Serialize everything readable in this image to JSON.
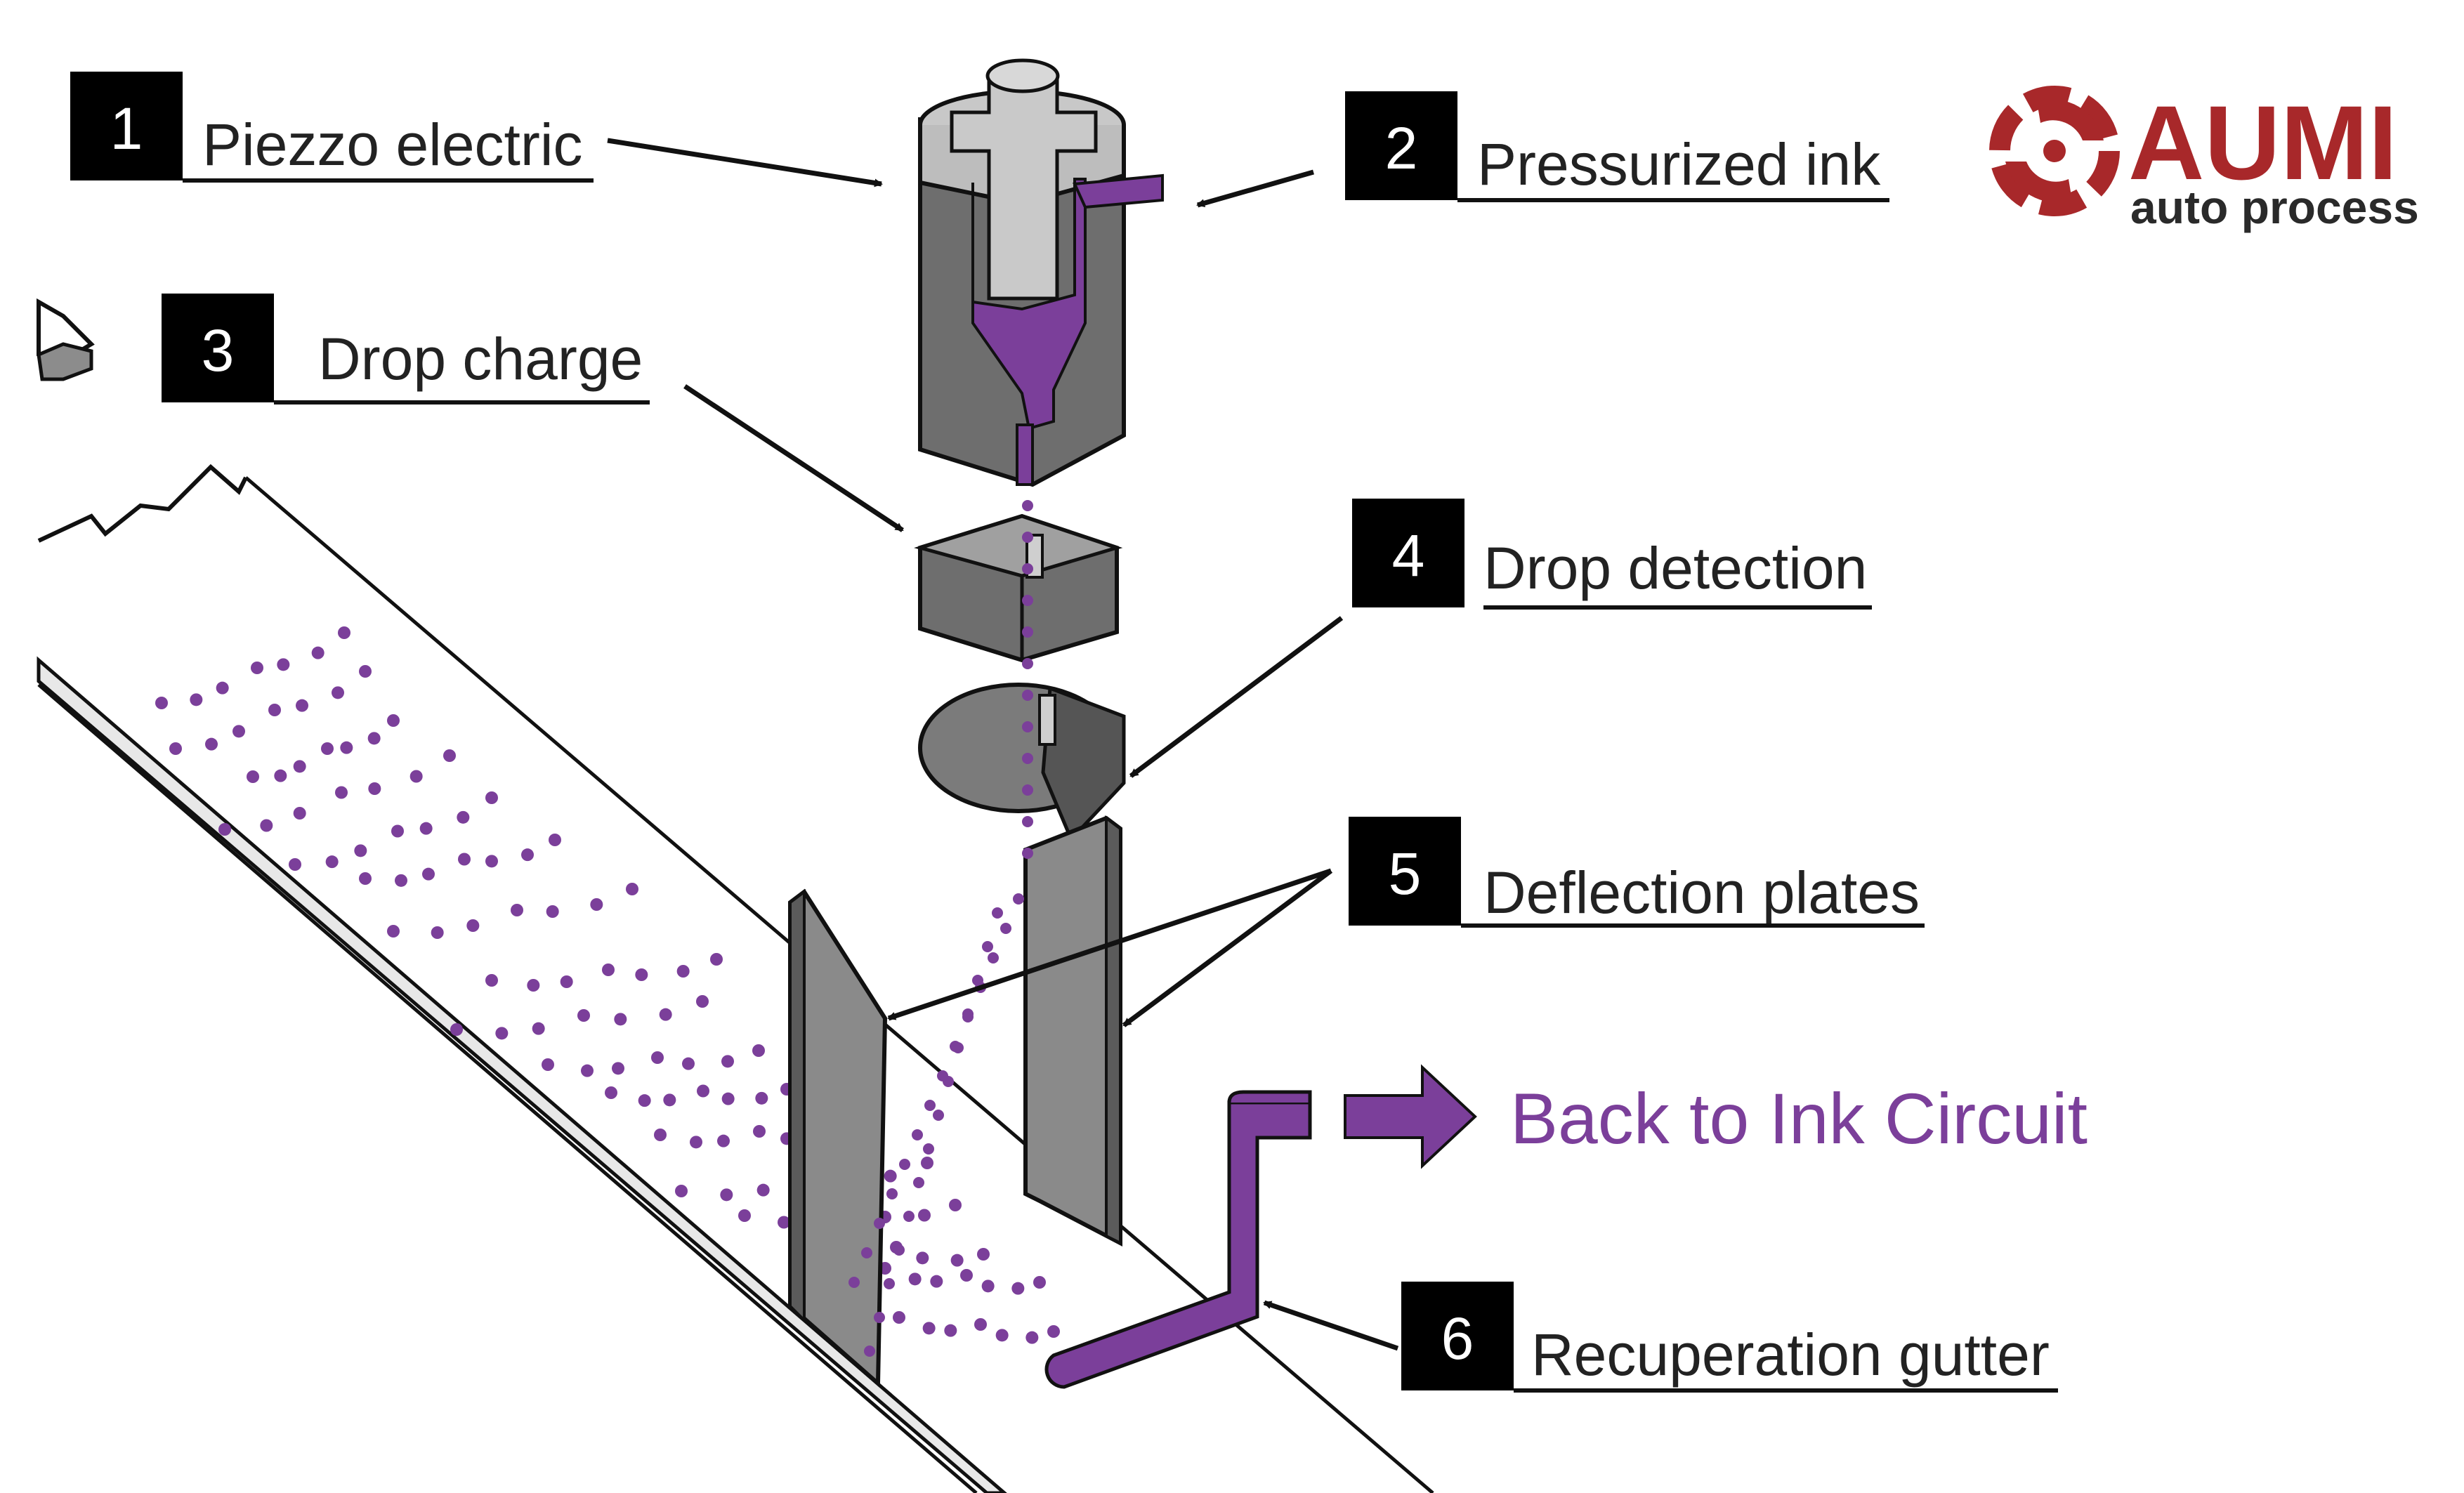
{
  "labels": [
    {
      "number": "1",
      "text": "Piezzo electric"
    },
    {
      "number": "2",
      "text": "Pressurized ink"
    },
    {
      "number": "3",
      "text": "Drop charge"
    },
    {
      "number": "4",
      "text": "Drop detection"
    },
    {
      "number": "5",
      "text": "Deflection plates"
    },
    {
      "number": "6",
      "text": "Recuperation gutter"
    }
  ],
  "return_label": "Back to Ink Circuit",
  "logo": {
    "name": "AUMI",
    "tagline": "auto process"
  },
  "colors": {
    "ink": "#7b3f9a",
    "logo_red": "#a8282a",
    "component_gray": "#8a8a8a",
    "label_box": "#000000"
  }
}
